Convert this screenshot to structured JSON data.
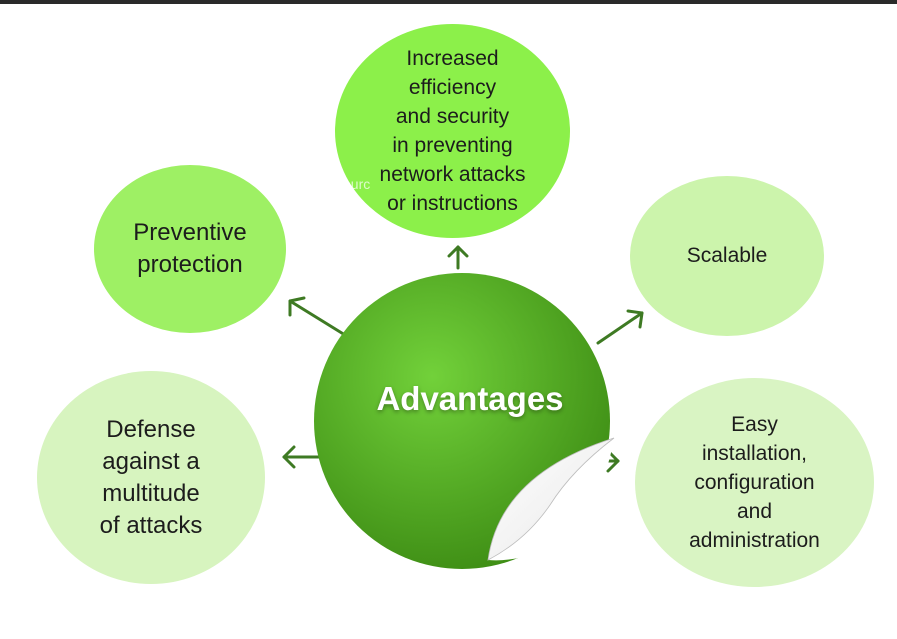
{
  "center": {
    "label": "Advantages"
  },
  "bubbles": {
    "top": "Increased\nefficiency\nand security\nin preventing\nnetwork attacks\nor instructions",
    "left": "Preventive\nprotection",
    "right": "Scalable",
    "bottom_left": "Defense\nagainst a\nmultitude\nof attacks",
    "bottom_right": "Easy\ninstallation,\nconfiguration\nand\nadministration"
  },
  "watermark": "ourc",
  "colors": {
    "center_dark": "#3f8e17",
    "center_light": "#66c72e",
    "arrow": "#3e7a23",
    "bubble_top": "#8cf04a",
    "bubble_left": "#9ef064",
    "bubble_right": "#ccf4ac",
    "bubble_bottom_left": "#d7f4bf",
    "bubble_bottom_right": "#d9f4c3"
  }
}
